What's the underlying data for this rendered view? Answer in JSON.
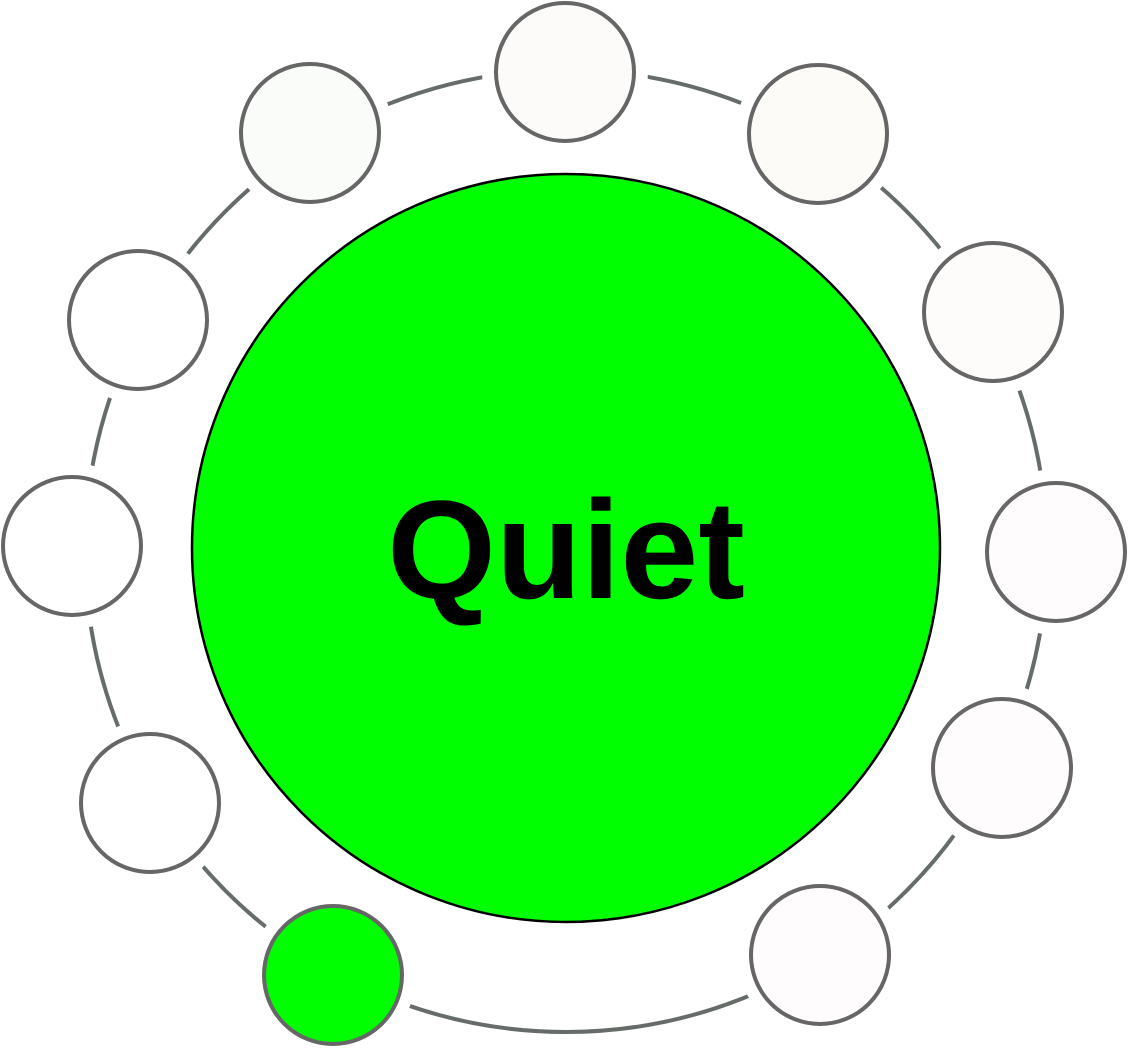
{
  "diagram": {
    "center": {
      "label": "Quiet",
      "fill": "#00ff00",
      "stroke": "#000000"
    },
    "ring": {
      "stroke": "#666d69"
    },
    "nodes": [
      {
        "id": "node-1",
        "fill": "#fcfbf9",
        "active": false
      },
      {
        "id": "node-2",
        "fill": "#fcfbf8",
        "active": false
      },
      {
        "id": "node-3",
        "fill": "#fdfcfa",
        "active": false
      },
      {
        "id": "node-4",
        "fill": "#fefcfc",
        "active": false
      },
      {
        "id": "node-5",
        "fill": "#fefcfd",
        "active": false
      },
      {
        "id": "node-6",
        "fill": "#fffcfd",
        "active": false
      },
      {
        "id": "node-7",
        "fill": "#00ff00",
        "active": true
      },
      {
        "id": "node-8",
        "fill": "#ffffff",
        "active": false
      },
      {
        "id": "node-9",
        "fill": "#ffffff",
        "active": false
      },
      {
        "id": "node-10",
        "fill": "#ffffff",
        "active": false
      },
      {
        "id": "node-11",
        "fill": "#f9fcf9",
        "active": false
      }
    ],
    "node_stroke": "#666666"
  }
}
